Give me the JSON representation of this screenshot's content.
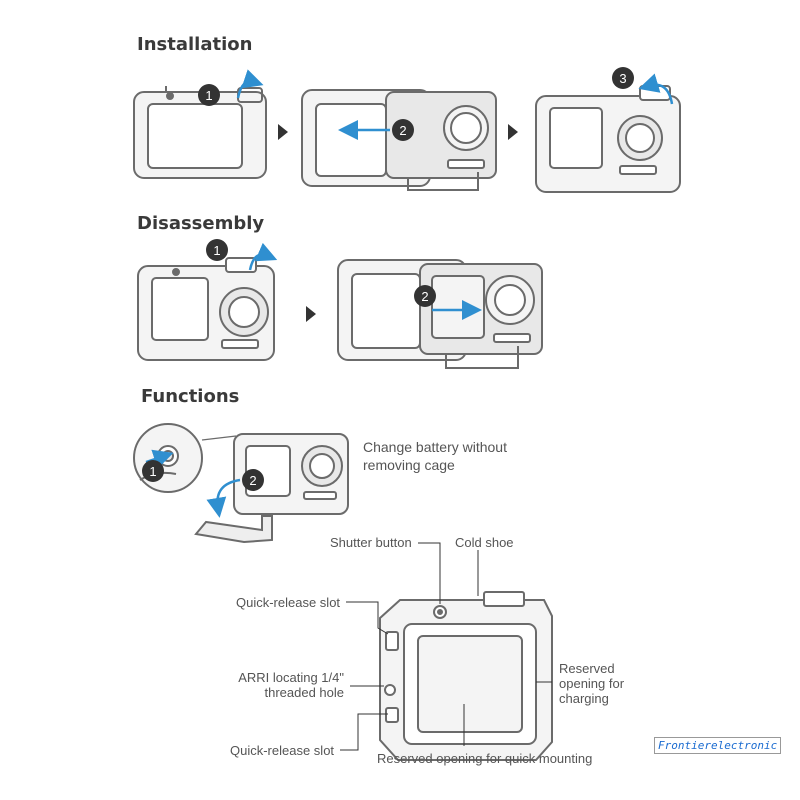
{
  "sections": {
    "installation": "Installation",
    "disassembly": "Disassembly",
    "functions": "Functions"
  },
  "steps": {
    "one": "1",
    "two": "2",
    "three": "3"
  },
  "functions": {
    "battery_line1": "Change battery without",
    "battery_line2": "removing cage"
  },
  "callouts": {
    "shutter_button": "Shutter button",
    "cold_shoe": "Cold shoe",
    "quick_release_slot_top": "Quick-release slot",
    "arri_line1": "ARRI locating 1/4\"",
    "arri_line2": "threaded hole",
    "quick_release_slot_bottom": "Quick-release slot",
    "reserved_charging_line1": "Reserved",
    "reserved_charging_line2": "opening for",
    "reserved_charging_line3": "charging",
    "reserved_mounting": "Reserved opening for quick mounting"
  },
  "watermark": "Frontierelectronic",
  "colors": {
    "arrow_blue": "#2f8fd0",
    "step_badge": "#333333",
    "line_gray": "#6b6b6b",
    "fill_gray": "#e8e8e8"
  }
}
